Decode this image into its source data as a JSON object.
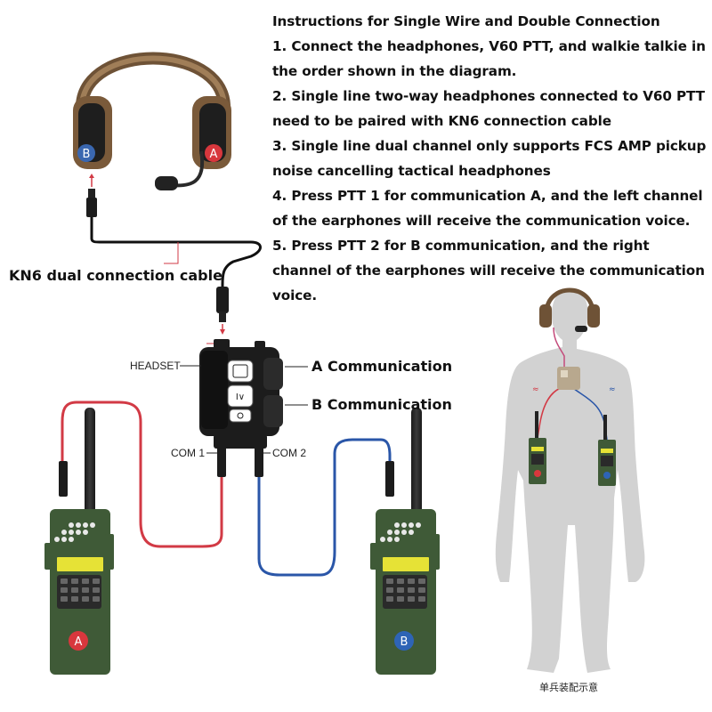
{
  "instructions": {
    "title": "Instructions for Single Wire and Double Connection",
    "steps": [
      "1. Connect the headphones, V60 PTT, and walkie talkie in the order shown in the diagram.",
      "2. Single line two-way headphones connected to V60 PTT need to be paired with KN6 connection cable",
      "3. Single line dual channel only supports FCS AMP pickup noise cancelling tactical headphones",
      "4. Press PTT 1 for communication A, and the left channel of the earphones will receive the communication voice.",
      "5. Press PTT 2 for B communication, and the right channel of the earphones will receive the communication voice."
    ]
  },
  "labels": {
    "cable": "KN6 dual connection cable",
    "headset_port": "HEADSET",
    "comm_a": "A Communication",
    "comm_b": "B Communication",
    "com1": "COM 1",
    "com2": "COM 2",
    "soldier_caption": "单兵装配示意"
  },
  "markers": {
    "left": "B",
    "right": "A",
    "radio_a": "A",
    "radio_b": "B"
  },
  "colors": {
    "cable_red": "#d23a45",
    "cable_blue": "#2a56a8",
    "radio_green": "#3f5a37",
    "headset_tan": "#8a6a48",
    "badge_red": "#d8373d",
    "badge_blue": "#2e64b6",
    "figure_gray": "#d2d2d2"
  }
}
